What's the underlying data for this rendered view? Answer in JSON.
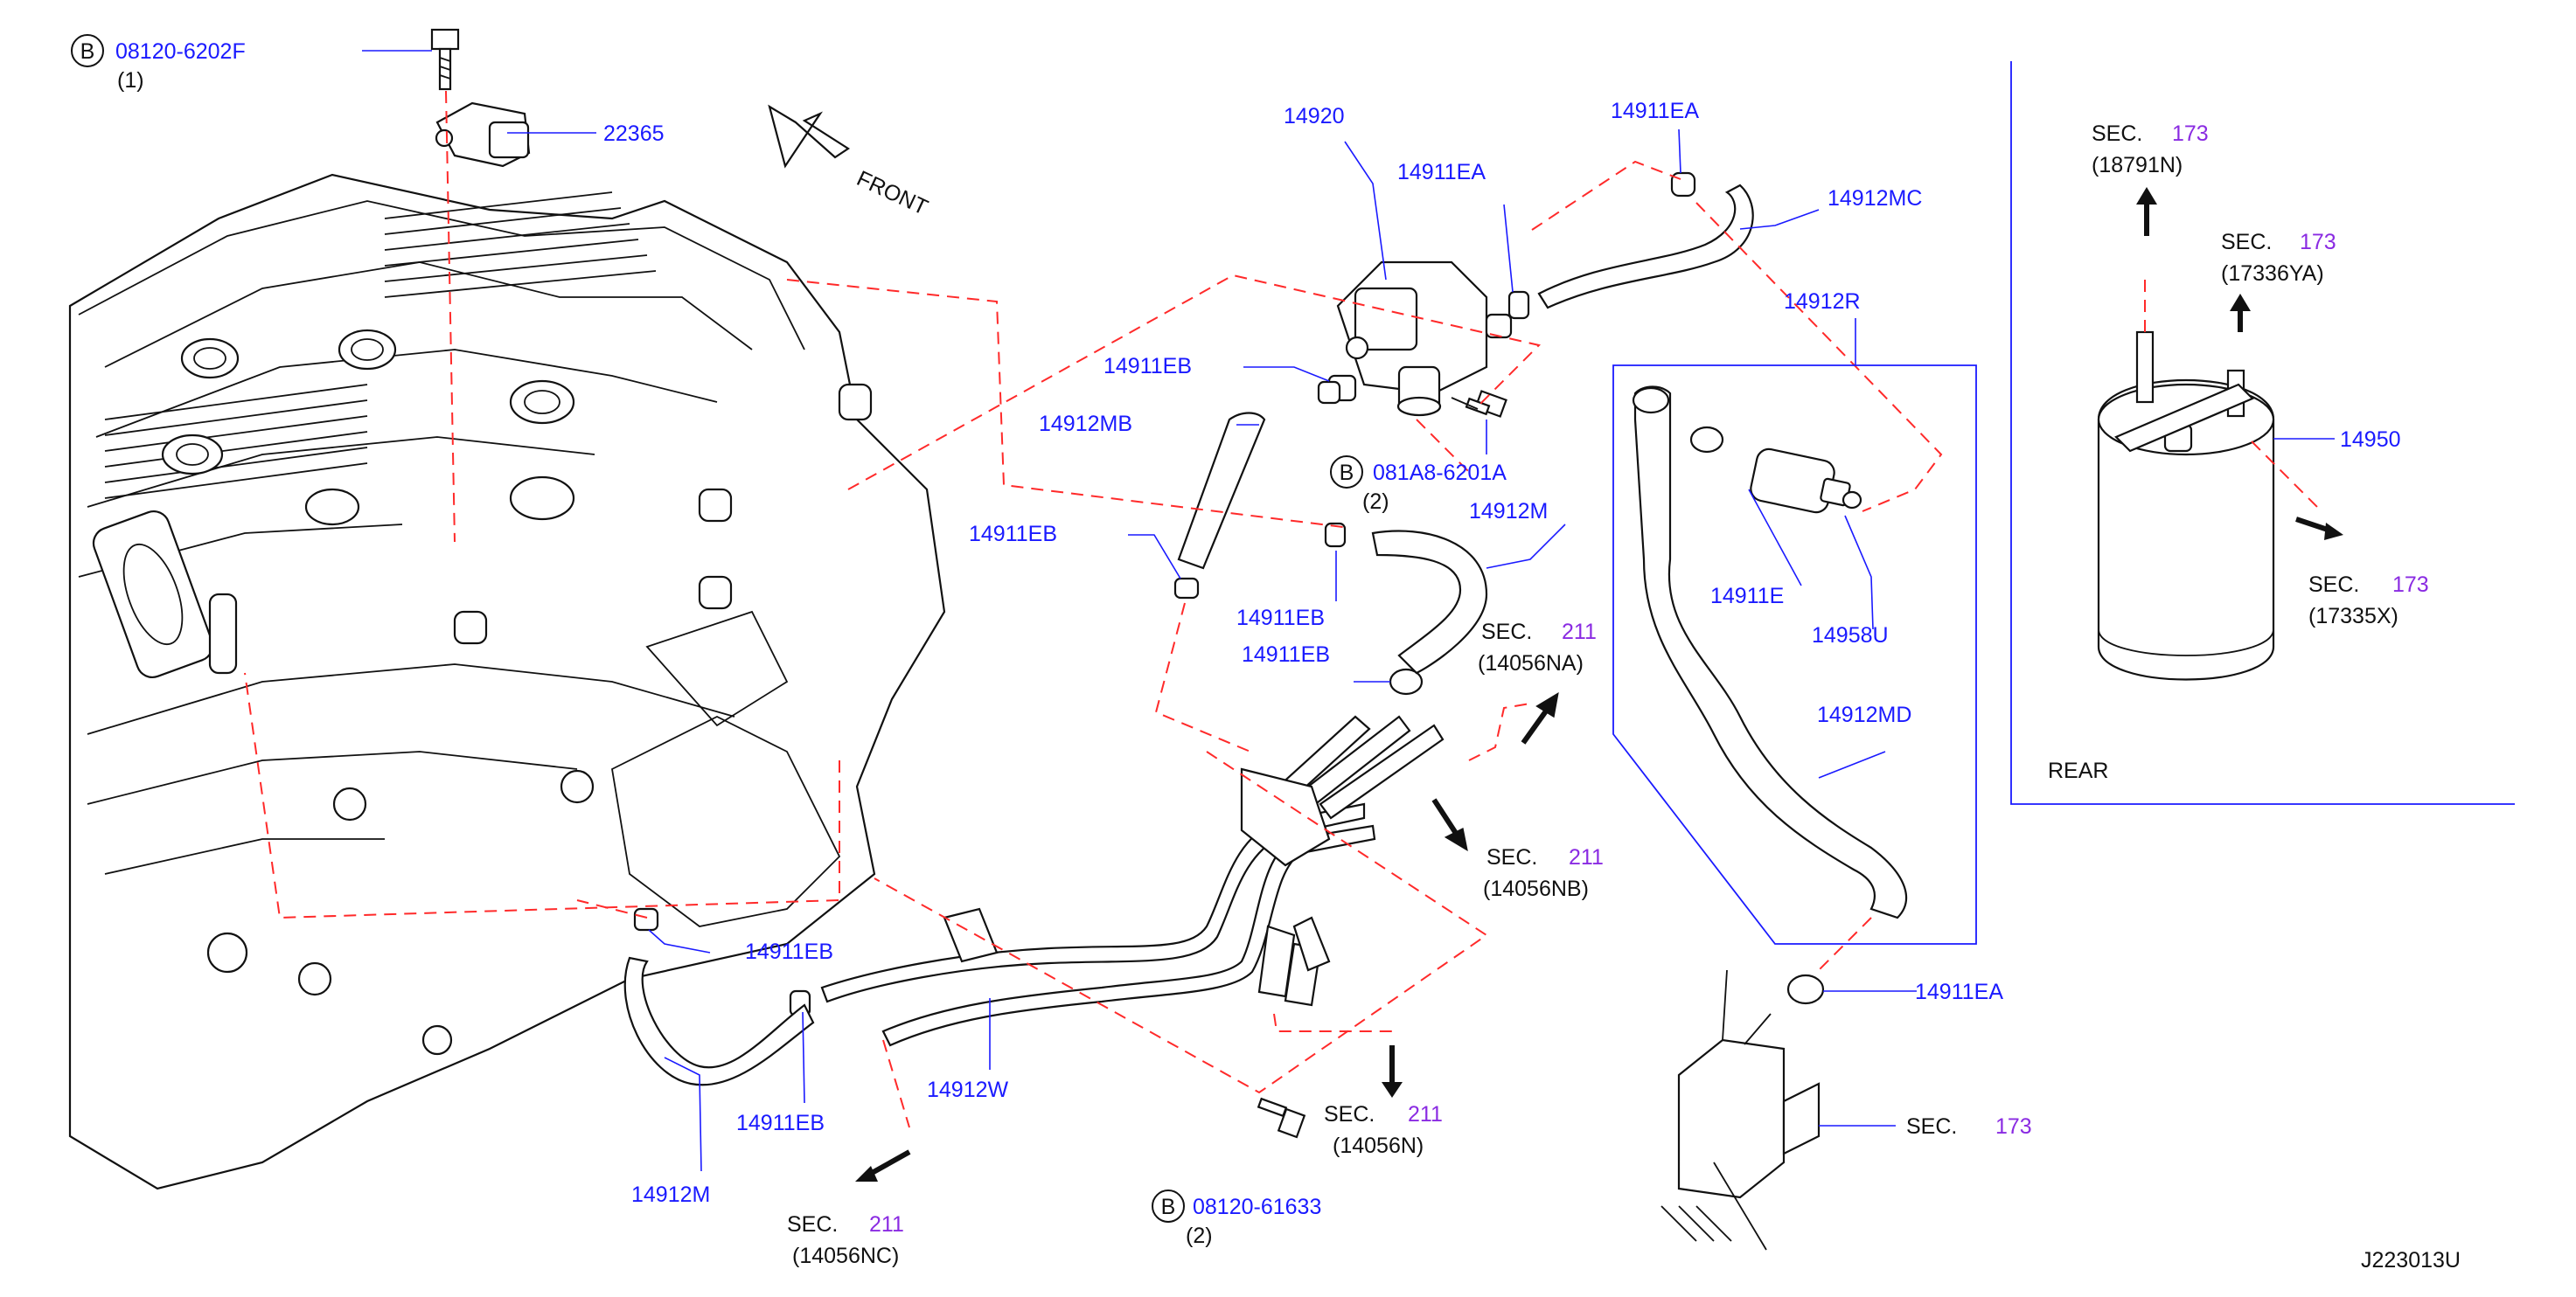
{
  "diagram_id": "J223013U",
  "front_label": "FRONT",
  "rear_label": "REAR",
  "circle_letter": "B",
  "sec_word": "SEC.",
  "parts": {
    "bolt_top": {
      "number": "08120-6202F",
      "qty": "(1)"
    },
    "sensor": {
      "number": "22365"
    },
    "valve": {
      "number": "14920"
    },
    "clamp_ea_1": {
      "number": "14911EA"
    },
    "clamp_ea_2": {
      "number": "14911EA"
    },
    "hose_mc": {
      "number": "14912MC"
    },
    "hose_r": {
      "number": "14912R"
    },
    "clamp_eb_1": {
      "number": "14911EB"
    },
    "hose_mb": {
      "number": "14912MB"
    },
    "bolt_mid": {
      "number": "081A8-6201A",
      "qty": "(2)"
    },
    "hose_m_upper": {
      "number": "14912M"
    },
    "clamp_eb_2": {
      "number": "14911EB"
    },
    "clamp_eb_3": {
      "number": "14911EB"
    },
    "clamp_eb_4": {
      "number": "14911EB"
    },
    "clamp_e": {
      "number": "14911E"
    },
    "filter": {
      "number": "14958U"
    },
    "hose_md": {
      "number": "14912MD"
    },
    "clamp_eb_5": {
      "number": "14911EB"
    },
    "clamp_eb_6": {
      "number": "14911EB"
    },
    "tube_w": {
      "number": "14912W"
    },
    "hose_m_lower": {
      "number": "14912M"
    },
    "bolt_low": {
      "number": "08120-61633",
      "qty": "(2)"
    },
    "clamp_ea_3": {
      "number": "14911EA"
    },
    "canister": {
      "number": "14950"
    }
  },
  "sections": {
    "na": {
      "num": "211",
      "ref": "(14056NA)"
    },
    "nb": {
      "num": "211",
      "ref": "(14056NB)"
    },
    "n": {
      "num": "211",
      "ref": "(14056N)"
    },
    "nc": {
      "num": "211",
      "ref": "(14056NC)"
    },
    "s173_mid": {
      "num": "173",
      "ref": ""
    },
    "s18791": {
      "num": "173",
      "ref": "(18791N)"
    },
    "s17336": {
      "num": "173",
      "ref": "(17336YA)"
    },
    "s17335": {
      "num": "173",
      "ref": "(17335X)"
    }
  },
  "colors": {
    "part_number": "#1a1aff",
    "section_number": "#8a2be2",
    "dashed_line": "#ff2a2a",
    "line_art": "#111111"
  }
}
